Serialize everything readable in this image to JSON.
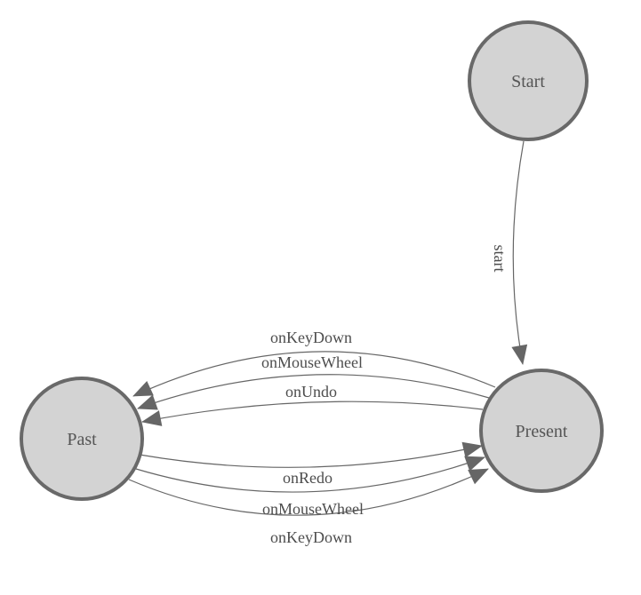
{
  "diagram": {
    "type": "state-machine-diagram",
    "background": "#ffffff",
    "colors": {
      "node_fill": "#d3d3d3",
      "node_stroke": "#696969",
      "edge": "#666666",
      "arrow": "#666666",
      "node_label": "#555555",
      "edge_label": "#4d4d4d"
    },
    "nodes": [
      {
        "id": "start",
        "label": "Start"
      },
      {
        "id": "present",
        "label": "Present"
      },
      {
        "id": "past",
        "label": "Past"
      }
    ],
    "edges": [
      {
        "from": "Start",
        "to": "Present",
        "label": "start"
      },
      {
        "from": "Present",
        "to": "Past",
        "label": "onKeyDown"
      },
      {
        "from": "Present",
        "to": "Past",
        "label": "onMouseWheel"
      },
      {
        "from": "Present",
        "to": "Past",
        "label": "onUndo"
      },
      {
        "from": "Past",
        "to": "Present",
        "label": "onRedo"
      },
      {
        "from": "Past",
        "to": "Present",
        "label": "onMouseWheel"
      },
      {
        "from": "Past",
        "to": "Present",
        "label": "onKeyDown"
      }
    ]
  }
}
